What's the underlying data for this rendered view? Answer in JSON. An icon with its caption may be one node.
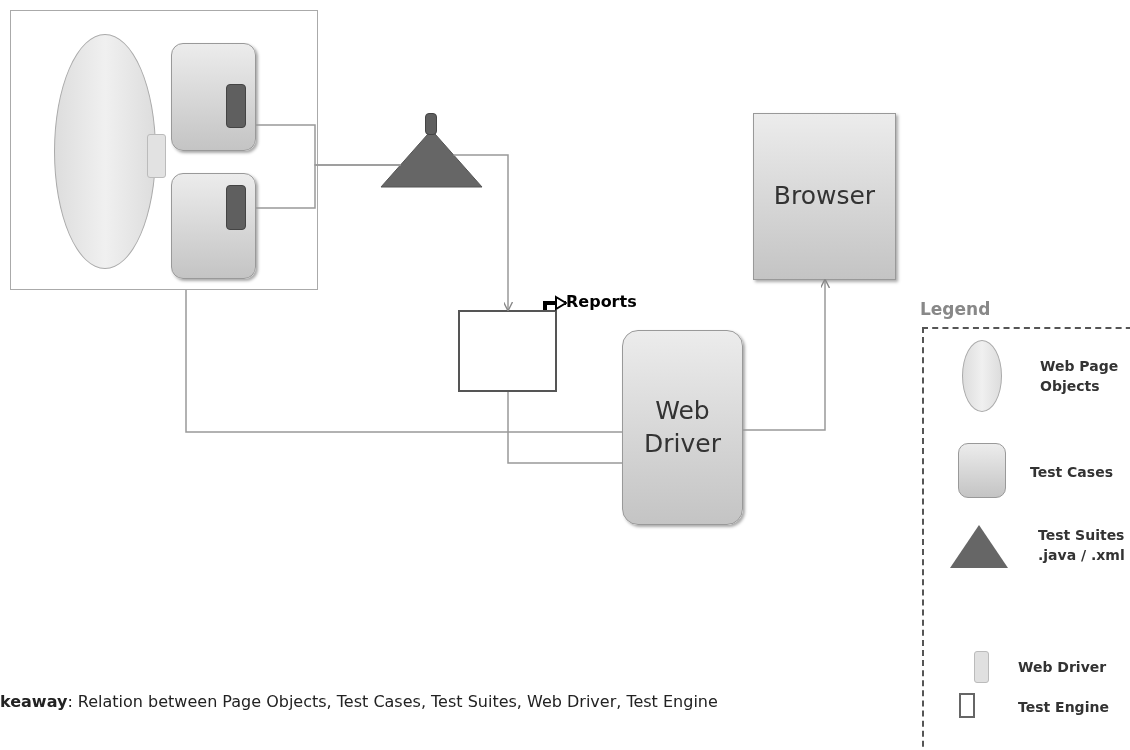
{
  "diagram": {
    "nodes": [
      {
        "text": [],
        "shape": "box"
      },
      {
        "text": [],
        "shape": "ellipse",
        "in": 0
      },
      {
        "text": [],
        "shape": "box",
        "in": 0
      },
      {
        "text": [],
        "shape": "box",
        "in": 0
      },
      {
        "text": [],
        "shape": "box",
        "in": 3
      },
      {
        "text": [],
        "shape": "box",
        "in": 0
      },
      {
        "text": [],
        "shape": "box",
        "in": 5
      },
      {
        "text": [],
        "shape": "triangle"
      },
      {
        "text": [],
        "shape": "box"
      },
      {
        "text": [],
        "shape": "box"
      },
      {
        "text": [
          "Reports"
        ]
      },
      {
        "text": [
          "Web Driver"
        ]
      },
      {
        "text": [
          "Browser"
        ]
      }
    ],
    "edges": [
      {
        "from": 3,
        "to": 7,
        "arrow": "none"
      },
      {
        "from": 5,
        "to": 7,
        "arrow": "none"
      },
      {
        "from": 7,
        "to": 9,
        "arrow": "to"
      },
      {
        "from": 9,
        "to": 10,
        "arrow": "to",
        "style": "thick",
        "color": "#000000"
      },
      {
        "from": 0,
        "to": 11,
        "arrow": "none"
      },
      {
        "from": 9,
        "to": 11,
        "arrow": "none"
      },
      {
        "from": 11,
        "to": 12,
        "arrow": "to"
      }
    ],
    "labels": [
      "Legend",
      "**keaway**: Relation between Page Objects, Test Cases, Test Suites, Web Driver, Test Engine"
    ],
    "legend": [
      {
        "text": "Web Page Objects"
      },
      {
        "text": "Test Cases"
      },
      {
        "text": "Test Suites .java / .xml"
      },
      {
        "text": "Web Driver"
      },
      {
        "text": "Test Engine"
      }
    ]
  }
}
